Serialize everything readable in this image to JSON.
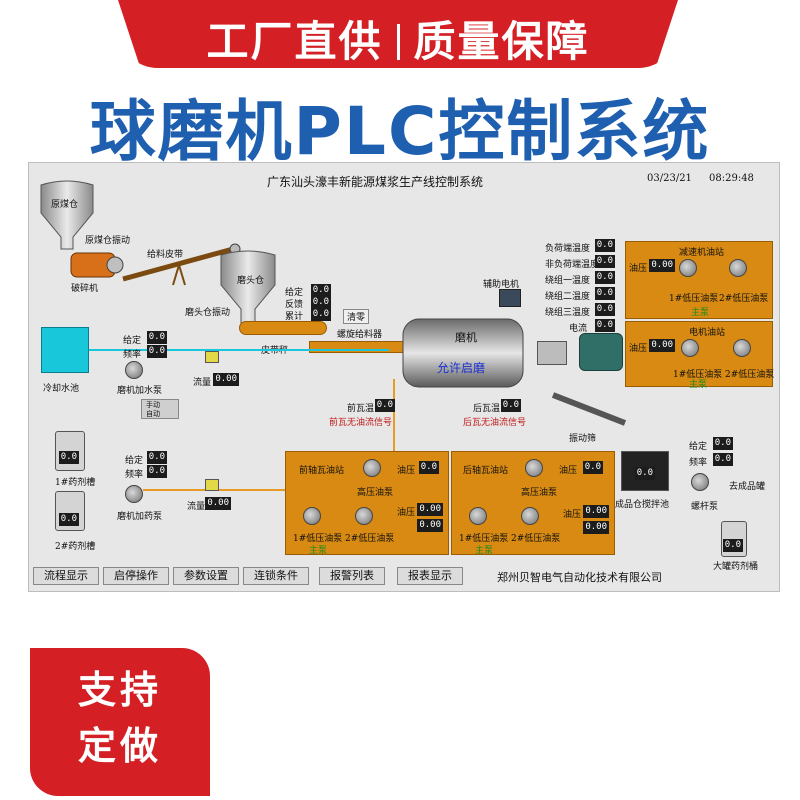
{
  "banner": {
    "left": "工厂直供",
    "right": "质量保障"
  },
  "title": "球磨机PLC控制系统",
  "panel": {
    "header": "广东汕头濠丰新能源煤浆生产线控制系统",
    "date": "03/23/21",
    "time": "08:29:48",
    "raw_coal_bin": "原煤仓",
    "raw_coal_vib": "原煤仓振动",
    "crusher": "破碎机",
    "feed_belt": "给料皮带",
    "mill_head_bin": "磨头仓",
    "mill_head_vib": "磨头仓振动",
    "belt_scale": "皮带秤",
    "set": "给定",
    "feedback": "反馈",
    "total": "累计",
    "clear": "清零",
    "freq": "频率",
    "flow": "流量",
    "cooling_pool": "冷却水池",
    "mill_water_pump": "磨机加水泵",
    "spiral_feeder": "螺旋给料器",
    "mill": "磨机",
    "allow_start": "允许启磨",
    "aux_motor": "辅助电机",
    "pot1": "1#药剂槽",
    "pot2": "2#药剂槽",
    "mill_dose_pump": "磨机加药泵",
    "auto": "手动",
    "auto2": "自动",
    "front_tile_temp": "前瓦温",
    "rear_tile_temp": "后瓦温",
    "front_no_oil": "前瓦无油流信号",
    "rear_no_oil": "后瓦无油流信号",
    "vib_screen": "振动筛",
    "front_bearing_station": "前轴瓦油站",
    "rear_bearing_station": "后轴瓦油站",
    "oil_pressure": "油压",
    "hp_pump": "高压油泵",
    "lp1": "1#低压油泵",
    "lp2": "2#低压油泵",
    "main_pump": "主泵",
    "temps": [
      "负荷端温度",
      "非负荷端温度",
      "绕组一温度",
      "绕组二温度",
      "绕组三温度",
      "电流"
    ],
    "reducer_station": "减速机油站",
    "motor_station": "电机油站",
    "product_tank": "成品仓搅拌池",
    "screw_pump": "螺杆泵",
    "to_product": "去成品罐",
    "big_tank": "大罐药剂桶",
    "zero": "0.0",
    "zero2": "0.00",
    "tabs": [
      "流程显示",
      "启停操作",
      "参数设置",
      "连锁条件",
      "报警列表",
      "报表显示"
    ],
    "company": "郑州贝智电气自动化技术有限公司"
  },
  "custom": {
    "line1": "支持",
    "line2": "定做"
  }
}
